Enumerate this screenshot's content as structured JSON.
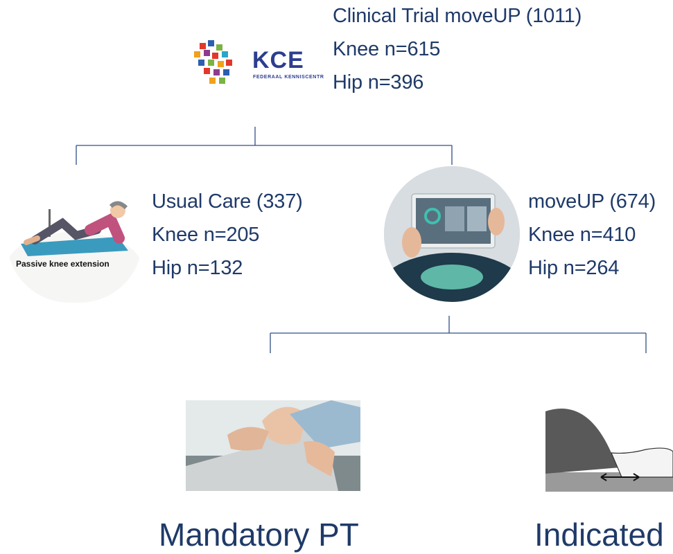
{
  "top": {
    "logo_text": "KCE",
    "logo_subtext": "FEDERAAL KENNISCENTR",
    "lines": [
      "Clinical Trial moveUP (1011)",
      "Knee n=615",
      "Hip n=396"
    ]
  },
  "usual_care": {
    "image_caption": "Passive knee extension",
    "lines": [
      "Usual Care (337)",
      "Knee n=205",
      "Hip n=132"
    ]
  },
  "moveup": {
    "lines": [
      "moveUP (674)",
      "Knee n=410",
      "Hip n=264"
    ]
  },
  "branches": {
    "mandatory": "Mandatory PT",
    "indicated": "Indicated"
  },
  "colors": {
    "text": "#1f3a68",
    "connector": "#2f4f86"
  }
}
